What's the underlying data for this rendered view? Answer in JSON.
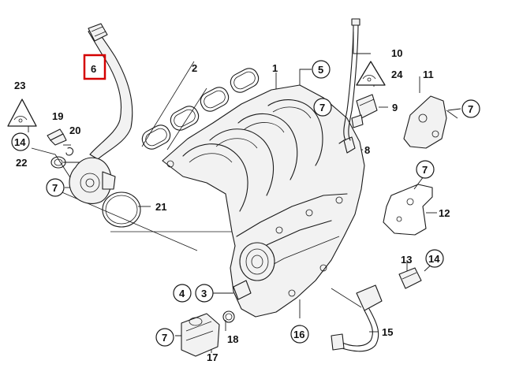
{
  "callouts": {
    "c1": "1",
    "c2": "2",
    "c3": "3",
    "c4": "4",
    "c5": "5",
    "c6": "6",
    "c7a": "7",
    "c7b": "7",
    "c7c": "7",
    "c7d": "7",
    "c7e": "7",
    "c8": "8",
    "c9": "9",
    "c10": "10",
    "c11": "11",
    "c12": "12",
    "c13": "13",
    "c14a": "14",
    "c14b": "14",
    "c15": "15",
    "c16": "16",
    "c17": "17",
    "c18": "18",
    "c19": "19",
    "c20": "20",
    "c21": "21",
    "c22": "22",
    "c23": "23",
    "c24": "24"
  },
  "highlight": {
    "label": "6",
    "color": "#d40000"
  }
}
